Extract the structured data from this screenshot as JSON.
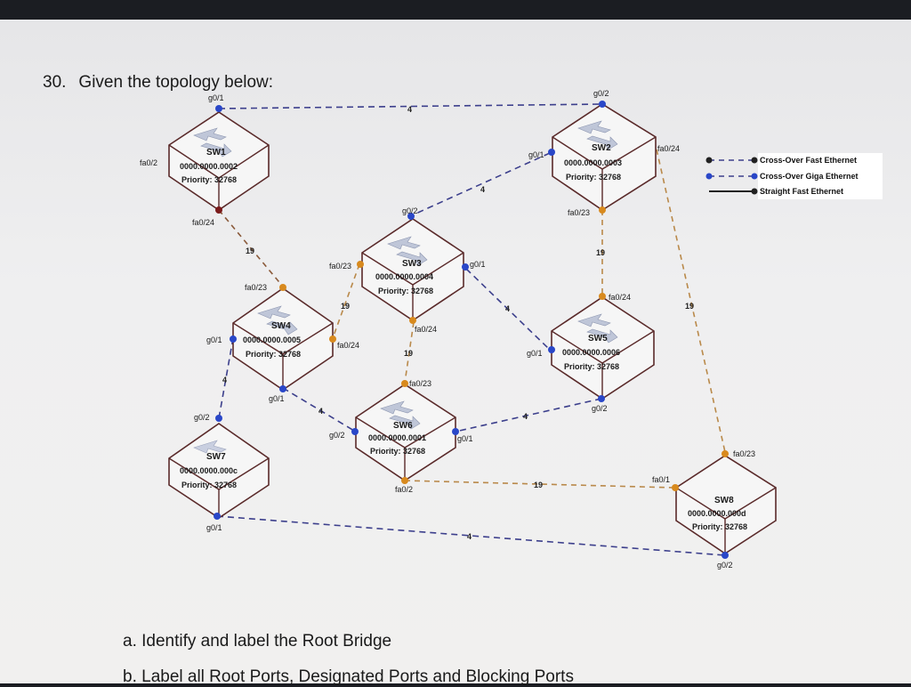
{
  "question": {
    "number": "30.",
    "title": "Given the topology below:",
    "part_a": "a. Identify and label the Root Bridge",
    "part_b": "b. Label all Root Ports, Designated Ports and Blocking Ports"
  },
  "legend": {
    "cross_fast": "Cross-Over Fast Ethernet",
    "cross_giga": "Cross-Over Giga Ethernet",
    "straight_fast": "Straight Fast Ethernet"
  },
  "colors": {
    "giga_line": "#3c3f8c",
    "fast_cross_line": "#b9894a",
    "straight_line": "#8a1f1f",
    "port_blue": "#2a47c8",
    "port_orange": "#d88a1e",
    "port_dark": "#7a1a1a",
    "switch_edge": "#5a2a2a"
  },
  "switches": {
    "sw1": {
      "name": "SW1",
      "mac": "0000.0000.0002",
      "priority": "Priority: 32768"
    },
    "sw2": {
      "name": "SW2",
      "mac": "0000.0000.0003",
      "priority": "Priority: 32768"
    },
    "sw3": {
      "name": "SW3",
      "mac": "0000.0000.0004",
      "priority": "Priority: 32768"
    },
    "sw4": {
      "name": "SW4",
      "mac": "0000.0000.0005",
      "priority": "Priority: 32768"
    },
    "sw5": {
      "name": "SW5",
      "mac": "0000.0000.0006",
      "priority": "Priority: 32768"
    },
    "sw6": {
      "name": "SW6",
      "mac": "0000.0000.0001",
      "priority": "Priority: 32768"
    },
    "sw7": {
      "name": "SW7",
      "mac": "0000.0000.000c",
      "priority": "Priority: 32768"
    },
    "sw8": {
      "name": "SW8",
      "mac": "0000.0000.000d",
      "priority": "Priority: 32768"
    }
  },
  "ports": {
    "sw1_g01": "g0/1",
    "sw1_fa02": "fa0/2",
    "sw1_fa024": "fa0/24",
    "sw2_g02": "g0/2",
    "sw2_g01": "g0/1",
    "sw2_fa024": "fa0/24",
    "sw2_fa023": "fa0/23",
    "sw3_g02": "g0/2",
    "sw3_fa023": "fa0/23",
    "sw3_g01": "g0/1",
    "sw3_fa024": "fa0/24",
    "sw4_fa023": "fa0/23",
    "sw4_g01": "g0/1",
    "sw4_fa024": "fa0/24",
    "sw4_g01b": "g0/1",
    "sw5_fa024": "fa0/24",
    "sw5_g01": "g0/1",
    "sw5_g02": "g0/2",
    "sw6_fa023": "fa0/23",
    "sw6_g02": "g0/2",
    "sw6_g01": "g0/1",
    "sw6_fa02": "fa0/2",
    "sw7_g02": "g0/2",
    "sw7_g01": "g0/1",
    "sw8_fa023": "fa0/23",
    "sw8_fa01": "fa0/1",
    "sw8_g02": "g0/2"
  },
  "costs": {
    "sw1_sw2": "4",
    "sw1_sw4": "19",
    "sw2_sw3": "4",
    "sw2_sw5": "19",
    "sw2_sw8": "19",
    "sw3_sw4": "19",
    "sw3_sw5": "4",
    "sw3_sw6": "19",
    "sw4_sw6": "4",
    "sw4_sw7": "4",
    "sw5_sw6": "4",
    "sw6_sw8": "19",
    "sw7_sw8": "4"
  }
}
